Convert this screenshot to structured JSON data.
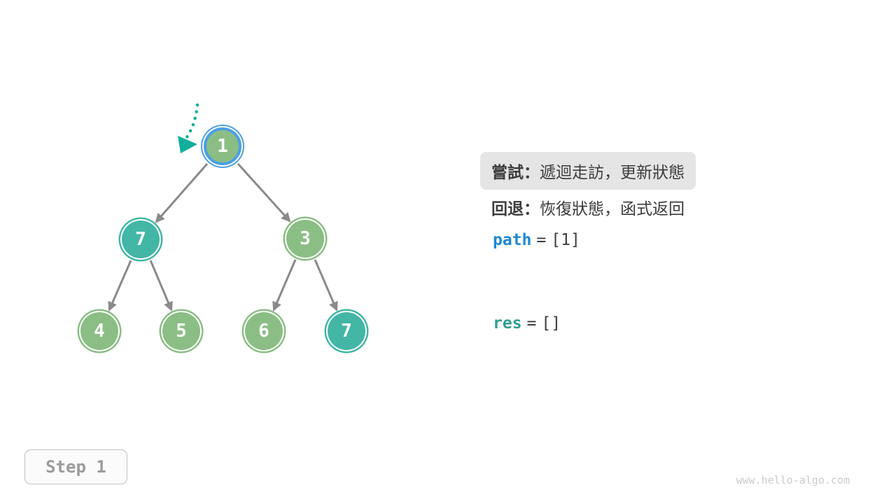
{
  "figure": {
    "step_label": "Step 1",
    "watermark": "www.hello-algo.com"
  },
  "legend": {
    "try": {
      "label": "嘗試：",
      "text": "遞迴走訪，更新狀態"
    },
    "backtrack": {
      "label": "回退：",
      "text": "恢復狀態，函式返回"
    }
  },
  "state": {
    "path": {
      "name": "path",
      "op": "=",
      "value": "[1]"
    },
    "res": {
      "name": "res",
      "op": "=",
      "value": "[]"
    }
  },
  "tree": {
    "nodes": [
      {
        "value": "1",
        "role": "current"
      },
      {
        "value": "7",
        "role": "target"
      },
      {
        "value": "3",
        "role": "default"
      },
      {
        "value": "4",
        "role": "default"
      },
      {
        "value": "5",
        "role": "default"
      },
      {
        "value": "6",
        "role": "default"
      },
      {
        "value": "7",
        "role": "target"
      }
    ]
  },
  "colors": {
    "node_green": "#8BBE85",
    "node_teal": "#43B6A6",
    "ring_blue": "#4C9FE4",
    "edge_gray": "#8A8A8A",
    "arrow_teal": "#12AE9C",
    "text_dark": "#3C3C3C",
    "path_blue": "#1C87D5",
    "res_teal": "#2F9D8E",
    "highlight_bg": "#E5E5E5"
  }
}
